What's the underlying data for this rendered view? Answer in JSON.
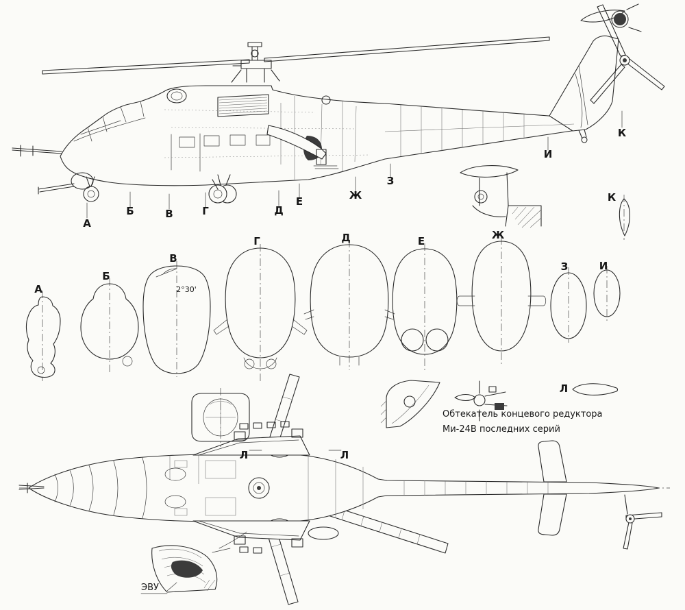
{
  "colors": {
    "ink": "#2a2a2a",
    "paper": "#fbfbf8",
    "dark_fill": "#3b3b3b"
  },
  "side_view": {
    "section_markers": [
      "А",
      "Б",
      "В",
      "Г",
      "Д",
      "Е",
      "Ж",
      "З",
      "И",
      "К"
    ],
    "fin_airfoil_label": "К"
  },
  "cross_sections": {
    "labels": [
      "А",
      "Б",
      "В",
      "Г",
      "Д",
      "Е",
      "Ж",
      "З",
      "И"
    ],
    "angle_annotation": "2°30'"
  },
  "plan_view": {
    "blade_section_label": "Л",
    "airfoil_label": "Л",
    "evu_label": "ЭВУ",
    "fairing_note": [
      "Обтекатель концевого редуктора",
      "Ми-24В последних серий"
    ]
  }
}
